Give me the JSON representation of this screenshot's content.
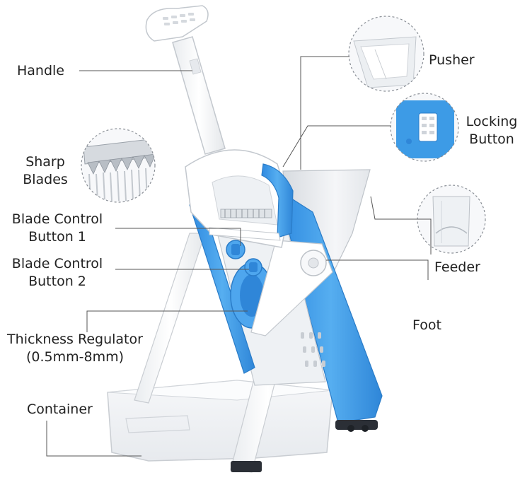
{
  "labels": {
    "handle": "Handle",
    "sharp_blades": [
      "Sharp",
      "Blades"
    ],
    "blade_control_1": [
      "Blade Control",
      "Button 1"
    ],
    "blade_control_2": [
      "Blade Control",
      "Button 2"
    ],
    "thickness_regulator": [
      "Thickness Regulator",
      "(0.5mm-8mm)"
    ],
    "container": "Container",
    "pusher": "Pusher",
    "locking_button": [
      "Locking",
      "Button"
    ],
    "feeder": "Feeder",
    "foot": "Foot"
  },
  "colors": {
    "accent_blue": "#3d9be6",
    "body_white": "#f4f6f8",
    "outline_gray": "#c9cdd2",
    "leader_line": "#555555"
  }
}
